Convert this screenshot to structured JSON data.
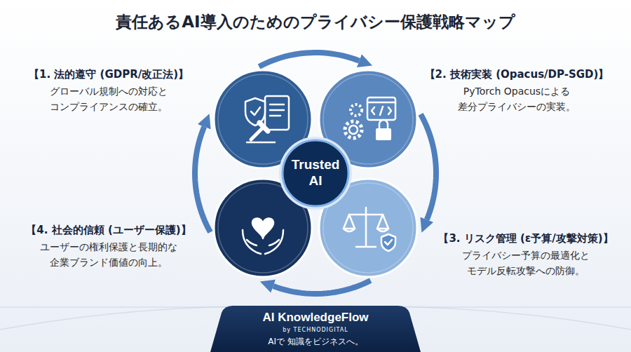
{
  "diagram": {
    "title": "責任あるAI導入のためのプライバシー保護戦略マップ",
    "nodes": [
      {
        "text": [
          "【1. 法的遵守 (GDPR/改正法)】",
          "グローバル規制への対応と コンプライアンスの確立。"
        ]
      },
      {
        "text": [
          "【2. 技術実装 (Opacus/DP-SGD)】",
          "PyTorch Opacusによる 差分プライバシーの実装。"
        ]
      },
      {
        "text": [
          "【3. リスク管理 (ε予算/攻撃対策)】",
          "プライバシー予算の最適化と モデル反転攻撃への防御。"
        ]
      },
      {
        "text": [
          "【4. 社会的信頼 (ユーザー保護)】",
          "ユーザーの権利保護と長期的な 企業ブランド価値の向上。"
        ]
      },
      {
        "text": [
          "Trusted AI"
        ]
      }
    ],
    "edges": [
      {
        "from": 0,
        "to": 1,
        "arrow": "to"
      },
      {
        "from": 1,
        "to": 2,
        "arrow": "to"
      },
      {
        "from": 2,
        "to": 3,
        "arrow": "to"
      },
      {
        "from": 3,
        "to": 0,
        "arrow": "to"
      }
    ],
    "labels": [
      "AI KnowledgeFlow",
      "by TECHNODIGITAL",
      "AIで 知識をビジネスへ。"
    ]
  }
}
